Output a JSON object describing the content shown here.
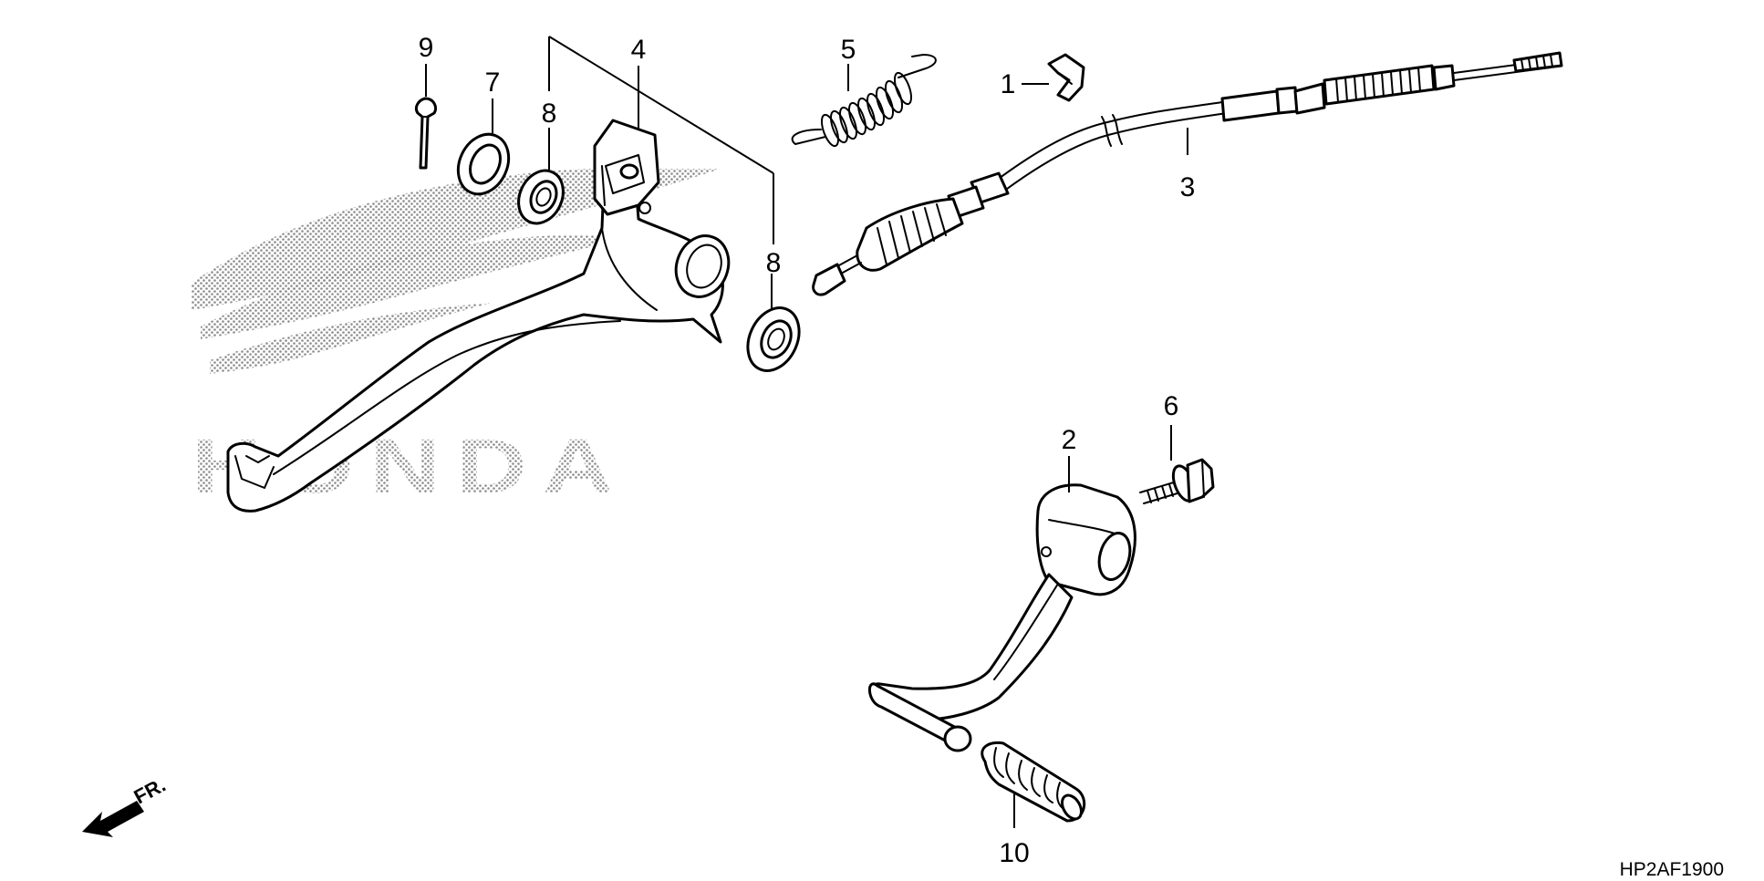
{
  "watermark": {
    "text": "HONDA"
  },
  "direction_indicator": {
    "label": "FR."
  },
  "diagram_code": "HP2AF1900",
  "callouts": [
    {
      "id": "callout-9",
      "number": "9"
    },
    {
      "id": "callout-7",
      "number": "7"
    },
    {
      "id": "callout-8-left",
      "number": "8"
    },
    {
      "id": "callout-4",
      "number": "4"
    },
    {
      "id": "callout-8-right",
      "number": "8"
    },
    {
      "id": "callout-5",
      "number": "5"
    },
    {
      "id": "callout-1",
      "number": "1"
    },
    {
      "id": "callout-3",
      "number": "3"
    },
    {
      "id": "callout-6",
      "number": "6"
    },
    {
      "id": "callout-2",
      "number": "2"
    },
    {
      "id": "callout-10",
      "number": "10"
    }
  ],
  "colors": {
    "line": "#000000",
    "background": "#ffffff",
    "watermark": "#9a9a9a"
  }
}
